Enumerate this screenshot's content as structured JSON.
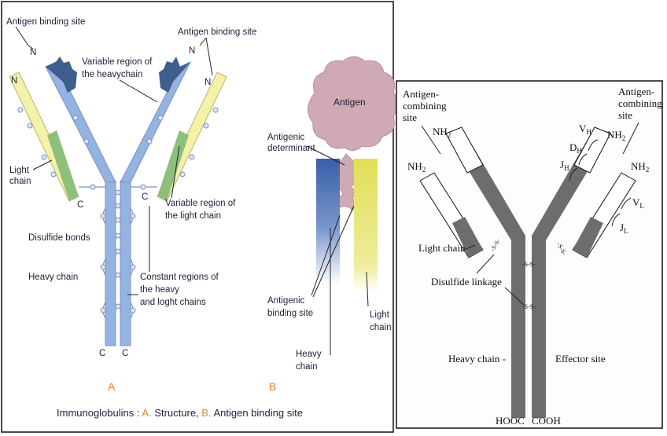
{
  "panel_a": {
    "antigen_site_left": "Antigen binding site",
    "antigen_site_right": "Antigen binding site",
    "n_terminal": "N",
    "c_terminal": "C",
    "variable_heavy_line1": "Variable region of",
    "variable_heavy_line2": "the heavychain",
    "variable_light_line1": "Variable region of",
    "variable_light_line2": "the light chain",
    "light_chain_line1": "Light",
    "light_chain_line2": "chain",
    "disulfide_bonds": "Disulfide bonds",
    "heavy_chain": "Heavy chain",
    "constant_line1": "Constant regions of",
    "constant_line2": "the heavy",
    "constant_line3": "and loght chains",
    "letter": "A",
    "caption_prefix": "Immunoglobulins : ",
    "caption_a": "A.",
    "caption_structure": " Structure, ",
    "caption_b": "B.",
    "caption_site": " Antigen binding site"
  },
  "panel_b": {
    "antigen": "Antigen",
    "determinant_line1": "Antigenic",
    "determinant_line2": "determinant",
    "binding_line1": "Antigenic",
    "binding_line2": "binding site",
    "heavy_line1": "Heavy",
    "heavy_line2": "chain",
    "light_line1": "Light",
    "light_line2": "chain",
    "letter": "B"
  },
  "panel_c": {
    "combining_left_line1": "Antigen-",
    "combining_left_line2": "combining",
    "combining_left_line3": "site",
    "combining_right_line1": "Antigen-",
    "combining_right_line2": "combining",
    "combining_right_line3": "site",
    "nh2": "NH",
    "sub_2": "2",
    "v": "V",
    "d": "D",
    "j": "J",
    "sub_h": "H",
    "sub_l": "L",
    "light_chain": "Light chain",
    "disulfide_linkage": "Disulfide linkage",
    "ss": "-S-S-",
    "heavy_chain": "Heavy chain -",
    "effector_site": "Effector site",
    "hooc": "HOOC",
    "cooh": "COOH"
  },
  "colors": {
    "heavy_blue": "#95b3e0",
    "heavy_dark": "#3e5e8c",
    "light_yellow": "#f4f1a8",
    "light_green": "#8fbf7d",
    "antigen_pink": "#cfa9b4",
    "fab_blue": "#3a5ea8",
    "fab_yellow": "#e0df55",
    "accent_orange": "#e8842a",
    "chain_gray": "#6d6d6d"
  }
}
